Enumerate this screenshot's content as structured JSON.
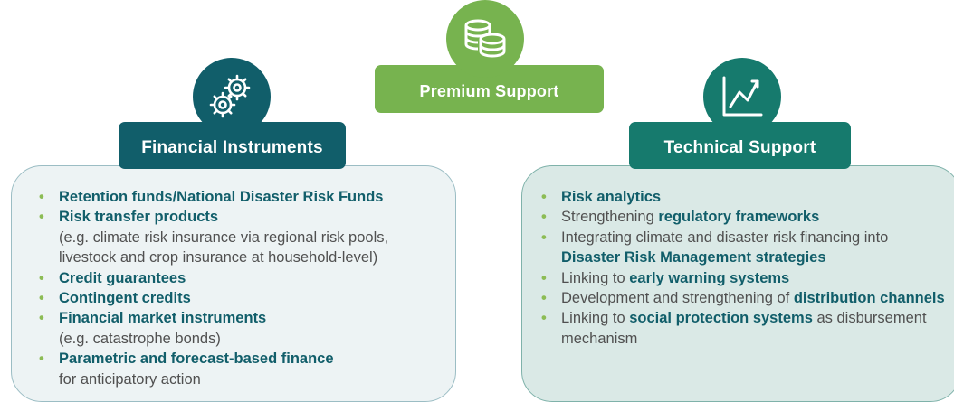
{
  "premium_support": {
    "title": "Premium Support",
    "icon": "coins-icon"
  },
  "financial_instruments": {
    "title": "Financial Instruments",
    "icon": "gears-icon",
    "items": [
      {
        "bold": "Retention funds/National Disaster Risk Funds",
        "sub": ""
      },
      {
        "bold": "Risk transfer products",
        "sub": "(e.g. climate risk insurance via regional risk pools, livestock and crop insurance at household-level)"
      },
      {
        "bold": "Credit guarantees",
        "sub": ""
      },
      {
        "bold": "Contingent credits",
        "sub": ""
      },
      {
        "bold": "Financial market instruments",
        "sub": "(e.g. catastrophe bonds)"
      },
      {
        "bold": "Parametric and forecast-based finance",
        "sub": "for anticipatory action"
      }
    ]
  },
  "technical_support": {
    "title": "Technical Support",
    "icon": "line-chart-icon",
    "items": [
      {
        "pre": "",
        "bold": "Risk analytics",
        "post": ""
      },
      {
        "pre": "Strengthening ",
        "bold": "regulatory frameworks",
        "post": ""
      },
      {
        "pre": "Integrating climate and disaster risk financing into ",
        "bold": "Disaster Risk Management strategies",
        "post": ""
      },
      {
        "pre": "Linking to ",
        "bold": "early warning systems",
        "post": ""
      },
      {
        "pre": "Development and strengthening of ",
        "bold": "distribution channels",
        "post": ""
      },
      {
        "pre": "Linking to ",
        "bold": "social protection systems",
        "post": " as disbursement mechanism"
      }
    ]
  },
  "colors": {
    "financial": "#115e6a",
    "technical": "#167a6d",
    "premium": "#77b34f",
    "bullet": "#8cbc55"
  }
}
